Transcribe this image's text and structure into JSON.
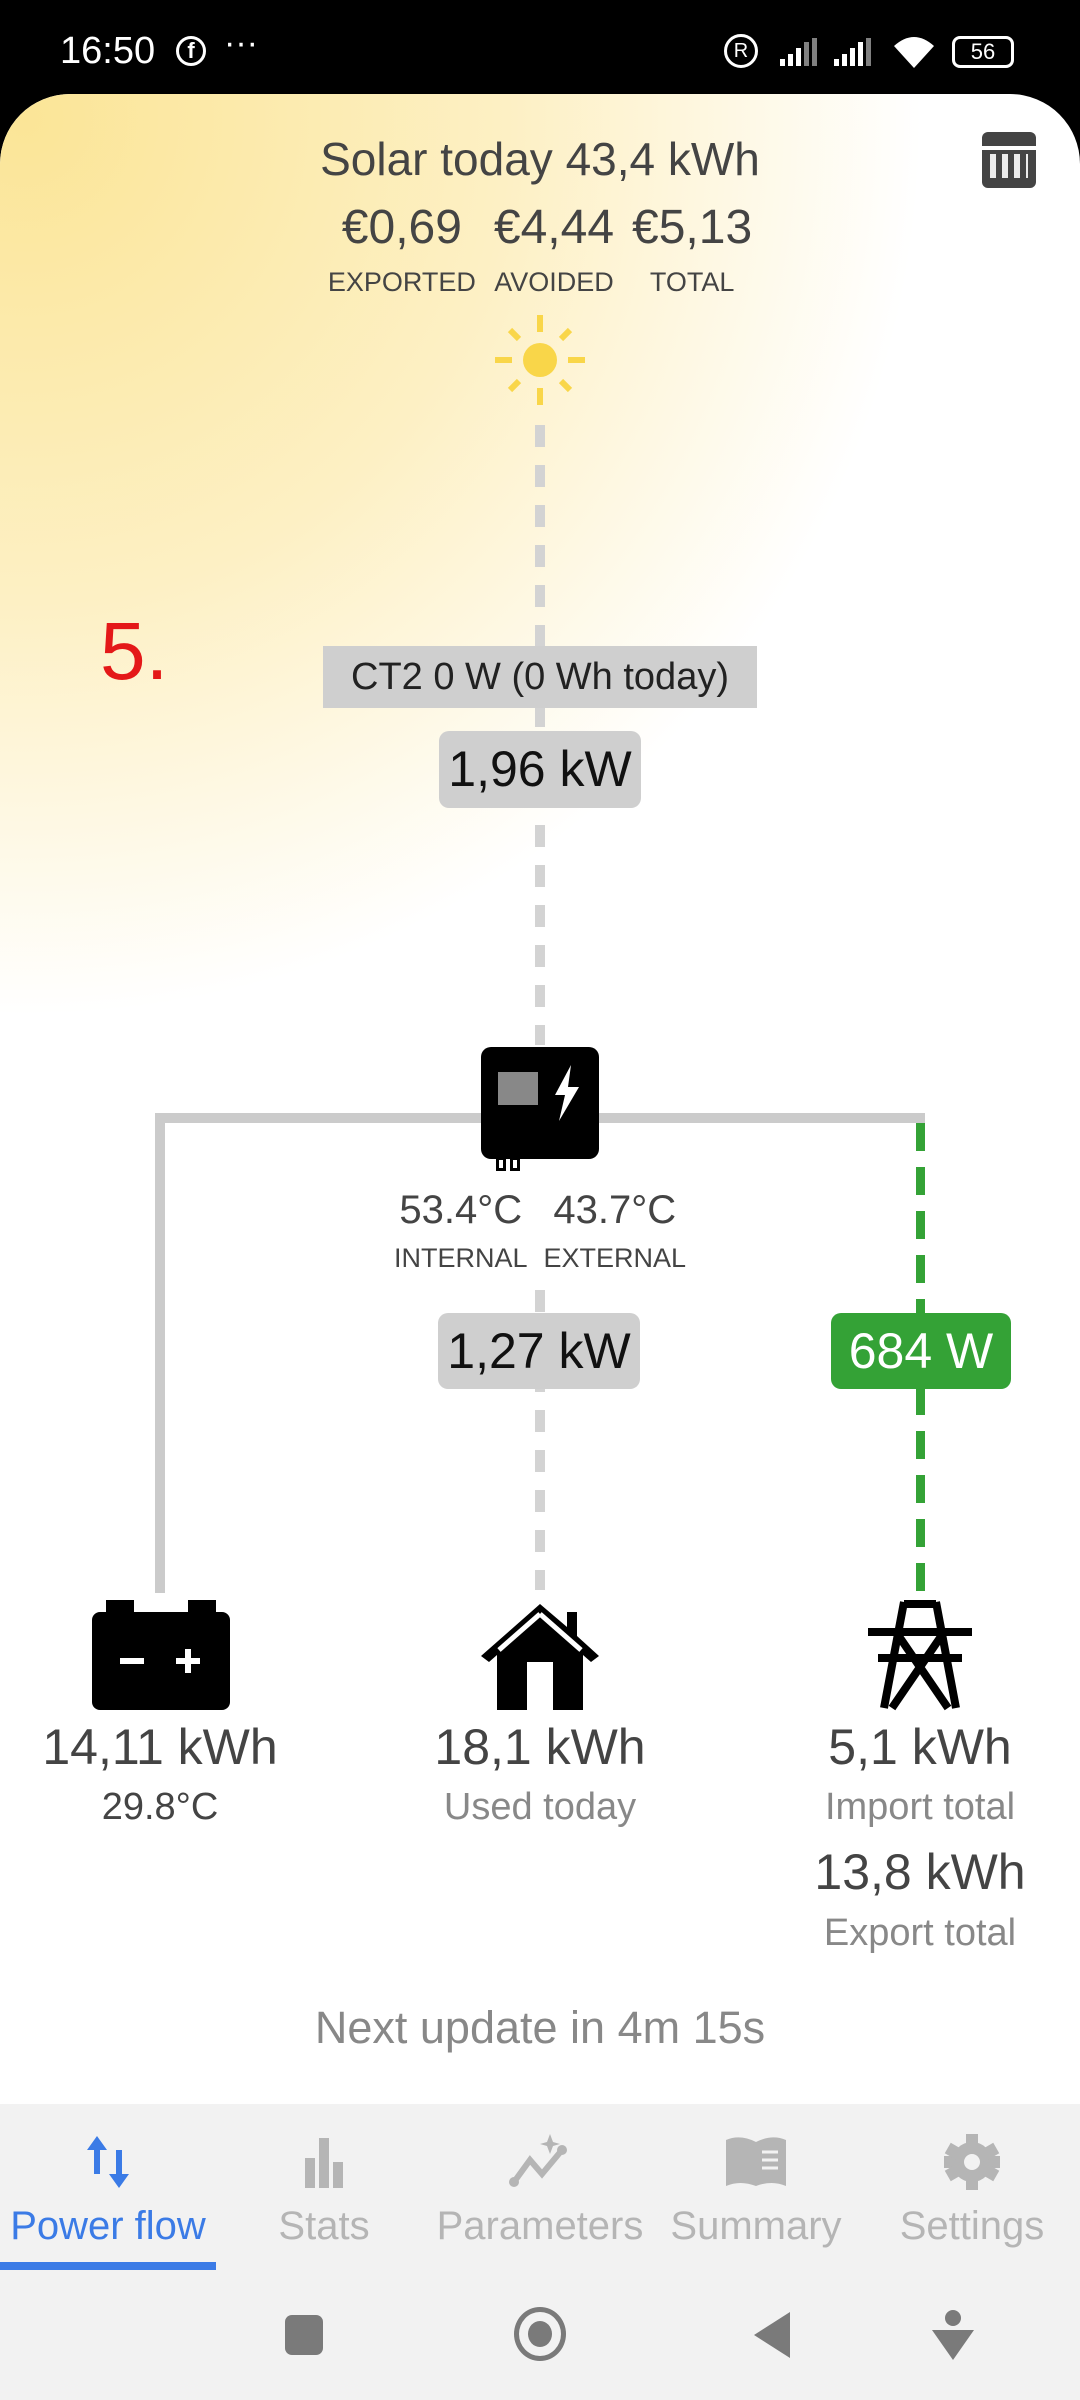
{
  "status_bar": {
    "time": "16:50",
    "battery": "56"
  },
  "header": {
    "solar_today": "Solar today 43,4 kWh",
    "exported_value": "€0,69",
    "avoided_value": "€4,44",
    "total_value": "€5,13",
    "exported_label": "EXPORTED",
    "avoided_label": "AVOIDED",
    "total_label": "TOTAL"
  },
  "annotation": "5.",
  "flow": {
    "ct2": "CT2 0 W (0 Wh today)",
    "solar_power": "1,96 kW",
    "inverter_internal_temp": "53.4°C",
    "inverter_external_temp": "43.7°C",
    "internal_label": "INTERNAL",
    "external_label": "EXTERNAL",
    "home_power": "1,27 kW",
    "grid_power": "684 W"
  },
  "battery": {
    "energy": "14,11 kWh",
    "temp": "29.8°C"
  },
  "home": {
    "energy": "18,1 kWh",
    "label": "Used today"
  },
  "grid": {
    "import": "5,1 kWh",
    "import_label": "Import total",
    "export": "13,8 kWh",
    "export_label": "Export total"
  },
  "next_update": "Next update in 4m 15s",
  "nav": {
    "tabs": [
      "Power flow",
      "Stats",
      "Parameters",
      "Summary",
      "Settings"
    ],
    "active": 0
  },
  "colors": {
    "accent": "#3b7be6",
    "grid_export": "#34a236",
    "sun": "#f9d649"
  }
}
